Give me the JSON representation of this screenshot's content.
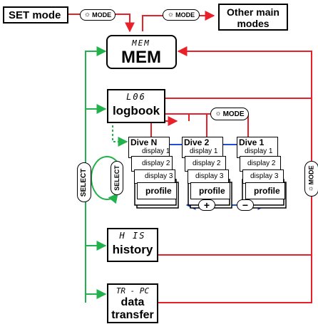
{
  "set_mode": "SET mode",
  "other_modes": "Other main modes",
  "mode_label": "MODE",
  "select_label": "SELECT",
  "mem": {
    "lcd": "MEM",
    "label": "MEM"
  },
  "log": {
    "lcd": "L06",
    "label": "logbook"
  },
  "his": {
    "lcd": "H IS",
    "label": "history"
  },
  "trpc": {
    "lcd": "TR - PC",
    "label1": "data",
    "label2": "transfer"
  },
  "dives": [
    {
      "title": "Dive N",
      "d1": "display 1",
      "d2": "display 2",
      "d3": "display 3",
      "profile": "profile"
    },
    {
      "title": "Dive 2",
      "d1": "display 1",
      "d2": "display 2",
      "d3": "display 3",
      "profile": "profile"
    },
    {
      "title": "Dive 1",
      "d1": "display 1",
      "d2": "display 2",
      "d3": "display 3",
      "profile": "profile"
    }
  ],
  "colors": {
    "red": "#e8202a",
    "green": "#22b24c",
    "blue": "#1f4fd6"
  },
  "icons": [
    "sun-icon",
    "plus-icon",
    "minus-icon"
  ]
}
